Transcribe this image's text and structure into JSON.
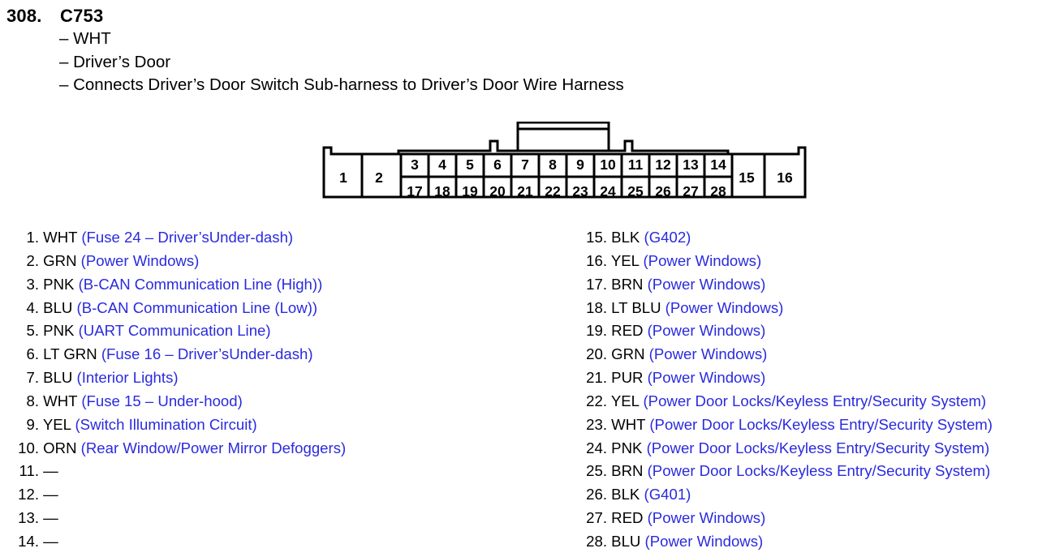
{
  "connector": {
    "number": "308.",
    "id": "C753",
    "notes": [
      "– WHT",
      "– Driver’s Door",
      "– Connects Driver’s Door Switch Sub-harness to Driver’s Door Wire Harness"
    ]
  },
  "pins_top": [
    "3",
    "4",
    "5",
    "6",
    "7",
    "8",
    "9",
    "10",
    "11",
    "12",
    "13",
    "14"
  ],
  "pins_bottom": [
    "17",
    "18",
    "19",
    "20",
    "21",
    "22",
    "23",
    "24",
    "25",
    "26",
    "27",
    "28"
  ],
  "pins_side": [
    "1",
    "2",
    "15",
    "16"
  ],
  "wires_left": [
    {
      "index": "1.",
      "color": "WHT",
      "desc": "(Fuse 24 – Driver’sUnder-dash)"
    },
    {
      "index": "2.",
      "color": "GRN",
      "desc": "(Power Windows)"
    },
    {
      "index": "3.",
      "color": "PNK",
      "desc": "(B-CAN Communication Line (High))"
    },
    {
      "index": "4.",
      "color": "BLU",
      "desc": "(B-CAN Communication Line (Low))"
    },
    {
      "index": "5.",
      "color": "PNK",
      "desc": "(UART Communication Line)"
    },
    {
      "index": "6.",
      "color": "LT GRN",
      "desc": "(Fuse 16 – Driver’sUnder-dash)"
    },
    {
      "index": "7.",
      "color": "BLU",
      "desc": "(Interior Lights)"
    },
    {
      "index": "8.",
      "color": "WHT",
      "desc": "(Fuse 15 – Under-hood)"
    },
    {
      "index": "9.",
      "color": "YEL",
      "desc": "(Switch Illumination Circuit)"
    },
    {
      "index": "10.",
      "color": "ORN",
      "desc": "(Rear Window/Power Mirror Defoggers)"
    },
    {
      "index": "11.",
      "color": "—",
      "desc": ""
    },
    {
      "index": "12.",
      "color": "—",
      "desc": ""
    },
    {
      "index": "13.",
      "color": "—",
      "desc": ""
    },
    {
      "index": "14.",
      "color": "—",
      "desc": ""
    }
  ],
  "wires_right": [
    {
      "index": "15.",
      "color": "BLK",
      "desc": "(G402)"
    },
    {
      "index": "16.",
      "color": "YEL",
      "desc": "(Power Windows)"
    },
    {
      "index": "17.",
      "color": "BRN",
      "desc": "(Power Windows)"
    },
    {
      "index": "18.",
      "color": "LT BLU",
      "desc": "(Power Windows)"
    },
    {
      "index": "19.",
      "color": "RED",
      "desc": "(Power Windows)"
    },
    {
      "index": "20.",
      "color": "GRN",
      "desc": "(Power Windows)"
    },
    {
      "index": "21.",
      "color": "PUR",
      "desc": "(Power Windows)"
    },
    {
      "index": "22.",
      "color": "YEL",
      "desc": "(Power Door Locks/Keyless Entry/Security System)"
    },
    {
      "index": "23.",
      "color": "WHT",
      "desc": "(Power Door Locks/Keyless Entry/Security System)"
    },
    {
      "index": "24.",
      "color": "PNK",
      "desc": "(Power Door Locks/Keyless Entry/Security System)"
    },
    {
      "index": "25.",
      "color": "BRN",
      "desc": "(Power Door Locks/Keyless Entry/Security System)"
    },
    {
      "index": "26.",
      "color": "BLK",
      "desc": "(G401)"
    },
    {
      "index": "27.",
      "color": "RED",
      "desc": "(Power Windows)"
    },
    {
      "index": "28.",
      "color": "BLU",
      "desc": "(Power Windows)"
    }
  ],
  "colors": {
    "text": "#000000",
    "description": "#2a2adf",
    "outline": "#000000"
  }
}
